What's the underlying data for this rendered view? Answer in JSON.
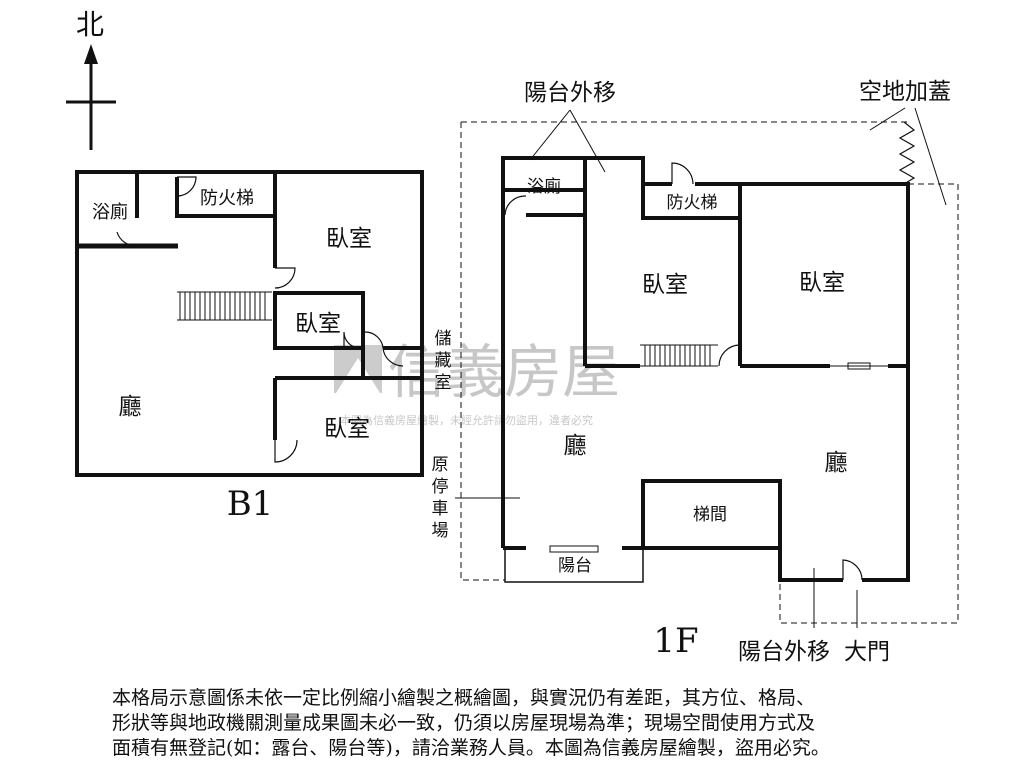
{
  "north": {
    "label": "北"
  },
  "b1": {
    "caption": "B1",
    "rooms": {
      "bathroom": "浴廁",
      "fire_stairs": "防火梯",
      "bedroom_a": "臥室",
      "bedroom_b": "臥室",
      "bedroom_c": "臥室",
      "living": "廳",
      "storage_1": "儲",
      "storage_2": "藏",
      "storage_3": "室"
    }
  },
  "f1": {
    "caption": "1F",
    "rooms": {
      "bathroom": "浴廁",
      "fire_stairs": "防火梯",
      "bedroom_a": "臥室",
      "bedroom_b": "臥室",
      "living_a": "廳",
      "living_b": "廳",
      "stair_room": "梯間",
      "balcony": "陽台"
    },
    "annotations": {
      "balcony_moved_top": "陽台外移",
      "vacant_extension": "空地加蓋",
      "orig_parking_1": "原",
      "orig_parking_2": "停",
      "orig_parking_3": "車",
      "orig_parking_4": "場",
      "balcony_moved_bottom": "陽台外移",
      "main_door": "大門"
    }
  },
  "watermark": {
    "brand": "信義房屋",
    "note": "本圖為信義房屋繪製，未經允許請勿盜用，違者必究"
  },
  "disclaimer": {
    "line1": "本格局示意圖係未依一定比例縮小繪製之概繪圖，與實況仍有差距，其方位、格局、",
    "line2": "形狀等與地政機關測量成果圖未必一致，仍須以房屋現場為準；現場空間使用方式及",
    "line3": "面積有無登記(如：露台、陽台等)，請洽業務人員。本圖為信義房屋繪製，盜用必究。"
  }
}
